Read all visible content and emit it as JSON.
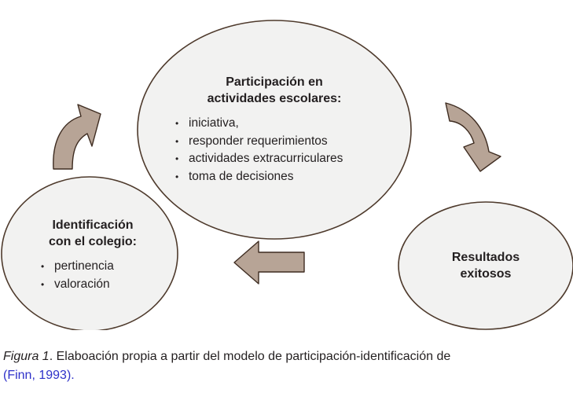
{
  "diagram": {
    "nodes": {
      "top": {
        "title": [
          "Participación en",
          "actividades escolares:"
        ],
        "items": [
          "iniciativa,",
          "responder requerimientos",
          "actividades extracurriculares",
          "toma de decisiones"
        ]
      },
      "right": {
        "title": [
          "Resultados",
          "exitosos"
        ]
      },
      "left": {
        "title": [
          "Identificación",
          "con el colegio:"
        ],
        "items": [
          "pertinencia",
          "valoración"
        ]
      }
    },
    "colors": {
      "node_fill": "#f2f2f1",
      "node_stroke": "#4e3a2c",
      "arrow_fill": "#b7a496",
      "arrow_stroke": "#3e2c21"
    },
    "arrows": [
      {
        "name": "arrow-left-to-top",
        "from": "left",
        "to": "top",
        "shape": "curved"
      },
      {
        "name": "arrow-top-to-right",
        "from": "top",
        "to": "right",
        "shape": "curved"
      },
      {
        "name": "arrow-right-to-left",
        "from": "right",
        "to": "left",
        "shape": "straight"
      }
    ]
  },
  "caption": {
    "label": "Figura 1",
    "text": ". Elaboación propia a partir del modelo de participación-identificación de",
    "citation": "(Finn, 1993)."
  }
}
